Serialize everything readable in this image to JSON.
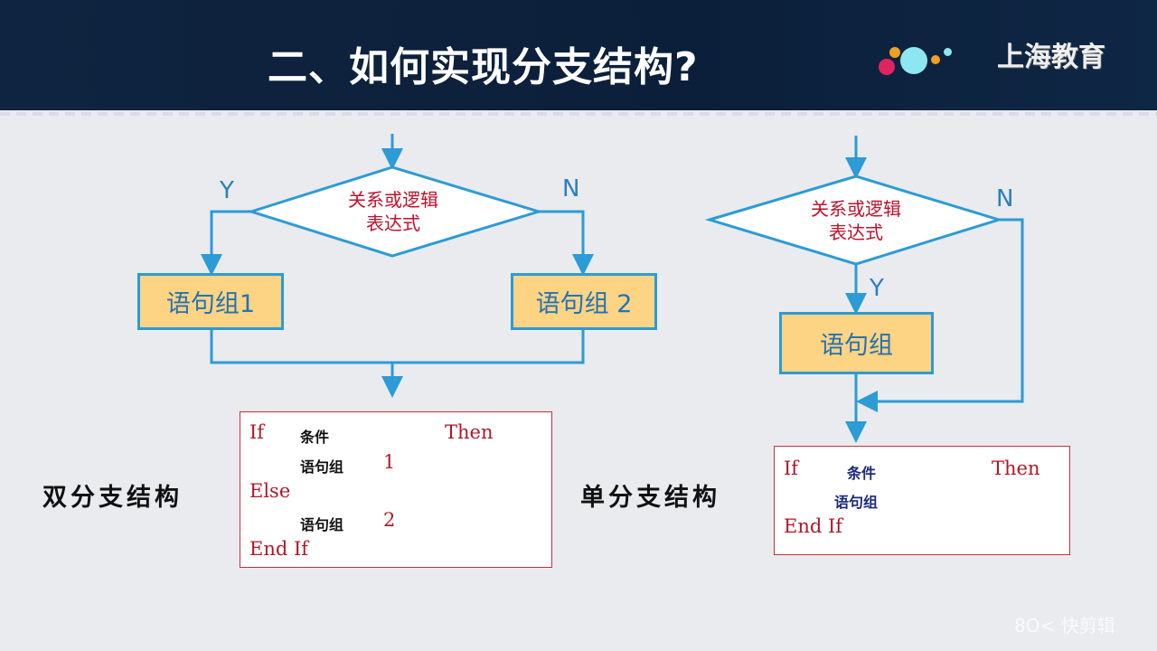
{
  "header": {
    "title": "二、如何实现分支结构?",
    "brand": "上海教育",
    "colors": {
      "accent_dots": [
        "#e0245e",
        "#f0a020",
        "#8ee6f0"
      ]
    }
  },
  "double": {
    "label": "双分支结构",
    "condition_line1": "关系或逻辑",
    "condition_line2": "表达式",
    "yes": "Y",
    "no": "N",
    "box1": "语句组1",
    "box2": "语句组 2",
    "code": {
      "if": "If",
      "cond": "条件",
      "then": "Then",
      "stmt1": "语句组",
      "n1": "1",
      "else": "Else",
      "stmt2": "语句组",
      "n2": "2",
      "endif": "End If"
    }
  },
  "single": {
    "label": "单分支结构",
    "condition_line1": "关系或逻辑",
    "condition_line2": "表达式",
    "yes": "Y",
    "no": "N",
    "box": "语句组",
    "code": {
      "if": "If",
      "cond": "条件",
      "then": "Then",
      "stmt": "语句组",
      "endif": "End If"
    }
  },
  "watermark": "8O< 快剪辑"
}
